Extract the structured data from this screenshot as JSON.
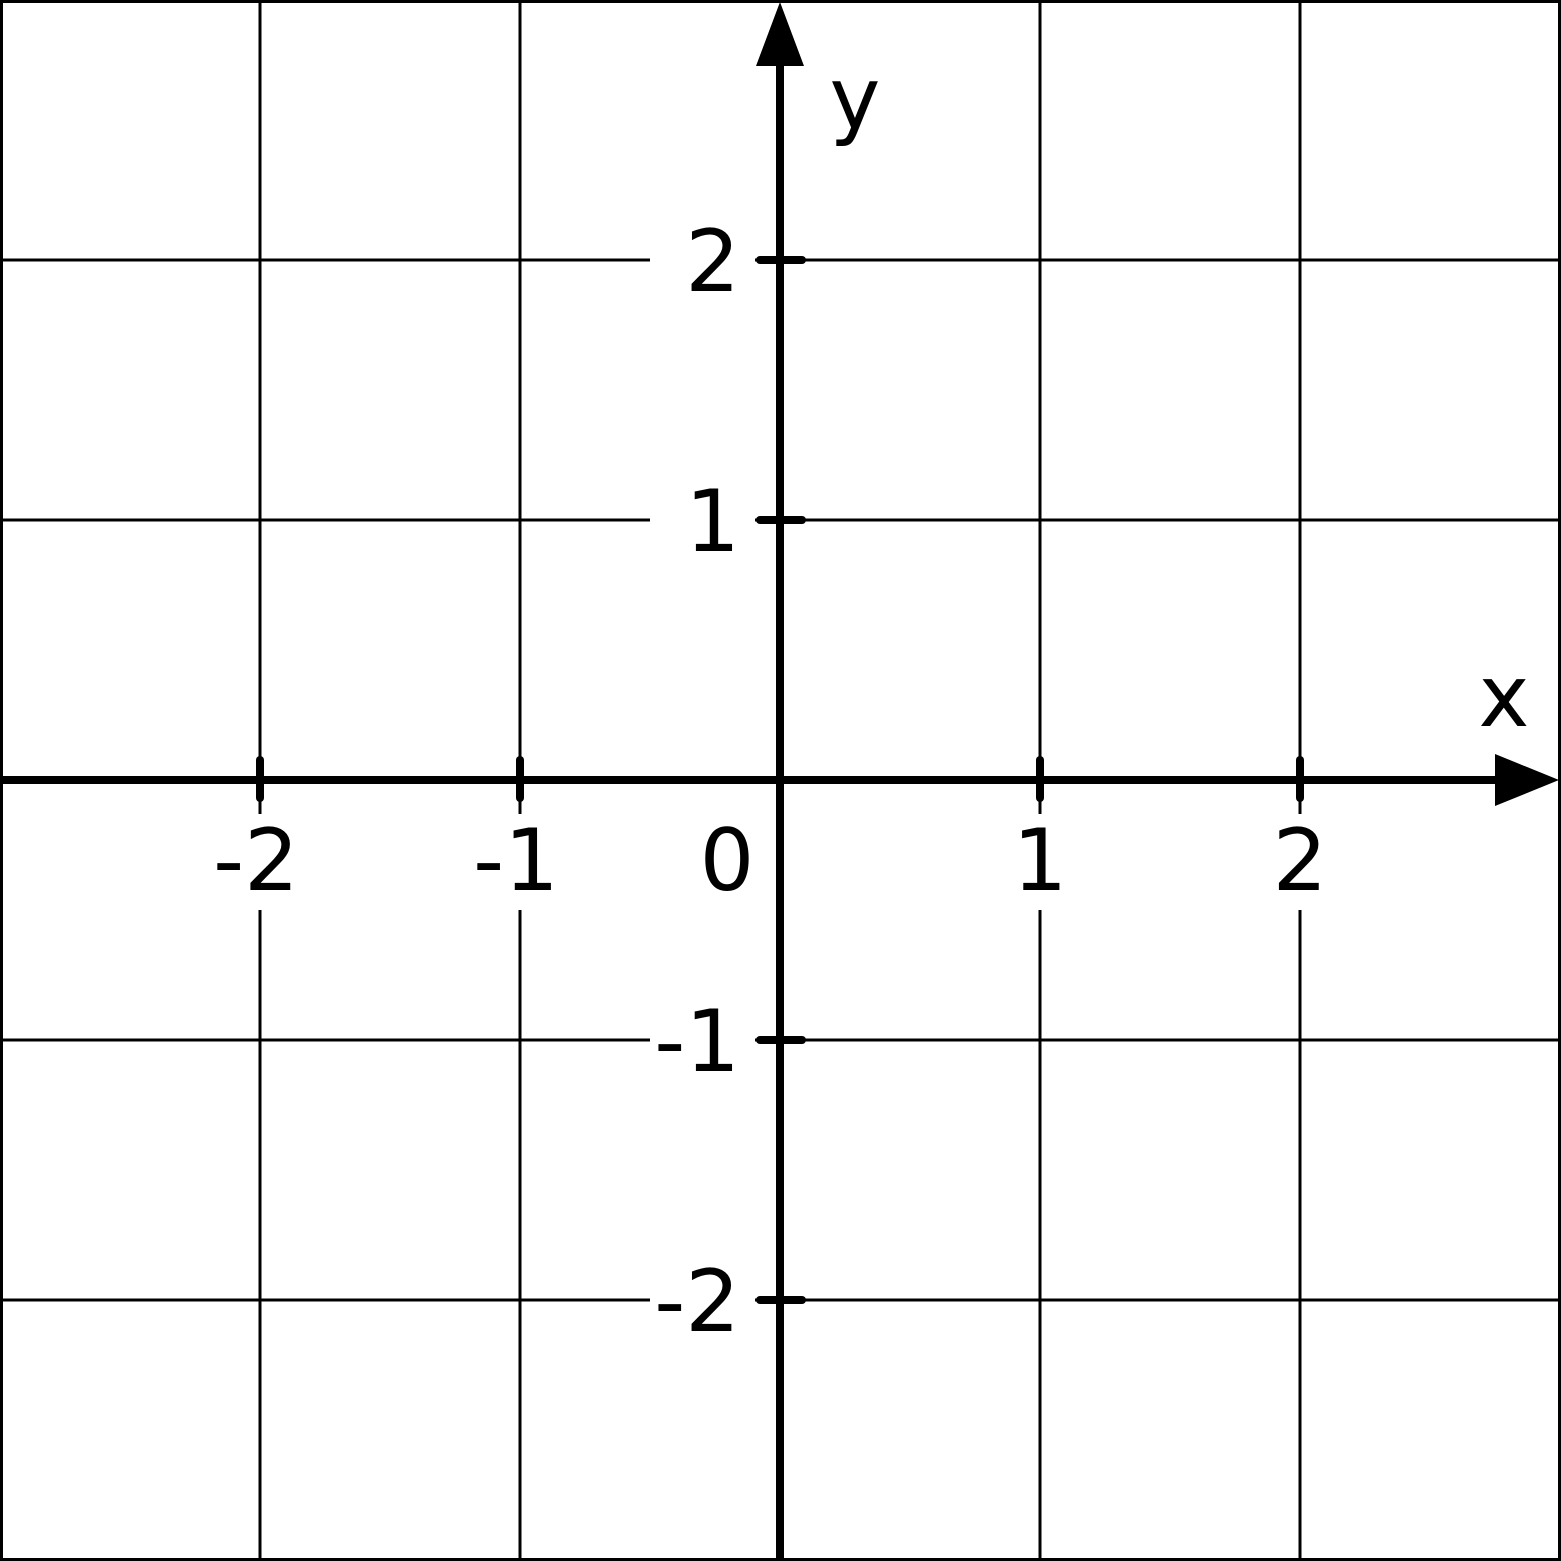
{
  "chart_data": {
    "type": "scatter",
    "xlabel": "x",
    "ylabel": "y",
    "xlim": [
      -3,
      3
    ],
    "ylim": [
      -3,
      3
    ],
    "grid": true,
    "grid_step": 1,
    "x_ticks": [
      {
        "value": -2,
        "label": "-2"
      },
      {
        "value": -1,
        "label": "-1"
      },
      {
        "value": 1,
        "label": "1"
      },
      {
        "value": 2,
        "label": "2"
      }
    ],
    "y_ticks": [
      {
        "value": 2,
        "label": "2"
      },
      {
        "value": 1,
        "label": "1"
      },
      {
        "value": -1,
        "label": "-1"
      },
      {
        "value": -2,
        "label": "-2"
      }
    ],
    "origin_label": "0",
    "series": [],
    "colors": {
      "axis": "#000000",
      "grid": "#000000",
      "background": "#ffffff"
    }
  }
}
